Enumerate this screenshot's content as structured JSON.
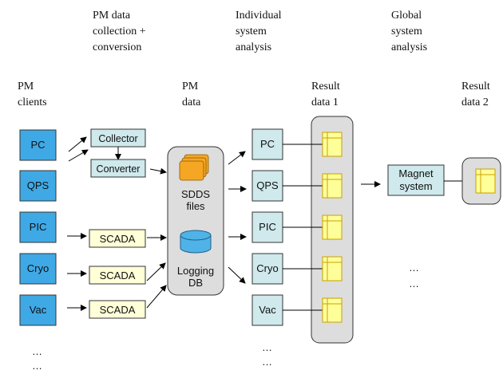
{
  "headers": {
    "pm_collection": [
      "PM data",
      "collection +",
      "conversion"
    ],
    "individual": [
      "Individual",
      "system",
      "analysis"
    ],
    "global": [
      "Global",
      "system",
      "analysis"
    ],
    "pm_clients": [
      "PM",
      "clients"
    ],
    "pm_data": [
      "PM",
      "data"
    ],
    "result1": [
      "Result",
      "data 1"
    ],
    "result2": [
      "Result",
      "data 2"
    ]
  },
  "clients": [
    "PC",
    "QPS",
    "PIC",
    "Cryo",
    "Vac"
  ],
  "collection": {
    "collector": "Collector",
    "converter": "Converter",
    "scada": [
      "SCADA",
      "SCADA",
      "SCADA"
    ]
  },
  "pm_store": {
    "sdds": [
      "SDDS",
      "files"
    ],
    "logging": [
      "Logging",
      "DB"
    ]
  },
  "analysis_items": [
    "PC",
    "QPS",
    "PIC",
    "Cryo",
    "Vac"
  ],
  "global_box": [
    "Magnet",
    "system"
  ],
  "ellipsis": "…",
  "colors": {
    "client": "#3fa9e6",
    "collect": "#cfe9ec",
    "scada": "#ffffd8",
    "store": "#dddddd",
    "analysis": "#cfe9ec",
    "result_panel": "#dddddd",
    "doc": "#ffff99",
    "doc_stroke": "#c9a000",
    "files": "#f5a623",
    "db": "#4fb3e8"
  }
}
